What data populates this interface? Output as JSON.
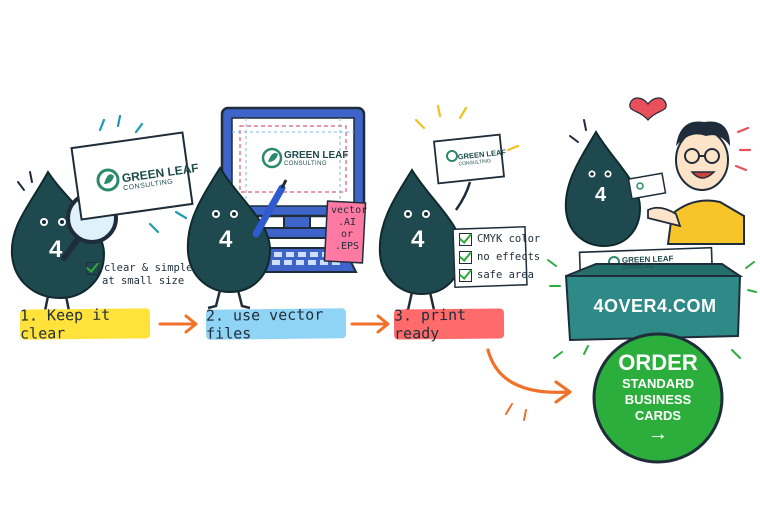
{
  "steps": [
    {
      "label": "1. Keep it clear",
      "color": "#ffe23a"
    },
    {
      "label": "2. use vector files",
      "color": "#8fd4f5"
    },
    {
      "label": "3. print ready",
      "color": "#ff6b6b"
    }
  ],
  "brand_card": {
    "line1": "GREEN LEAF",
    "line2": "CONSULTING"
  },
  "mascot_number": "4",
  "step1_note": [
    "clear & simple",
    "at small size"
  ],
  "vector_note": [
    "vector",
    ".AI",
    "or",
    ".EPS"
  ],
  "checklist": [
    "CMYK color",
    "no effects",
    "safe area"
  ],
  "box_label": "4OVER4.COM",
  "order_button": {
    "line1": "ORDER",
    "line2": "STANDARD",
    "line3": "BUSINESS",
    "line4": "CARDS",
    "arrow": "→"
  },
  "colors": {
    "mascot": "#1e4a4f",
    "accent_arrow": "#f0712a",
    "order_green": "#2cae3c",
    "box_teal": "#2e8a86",
    "heart": "#e8505b",
    "shirt": "#f7c52a"
  }
}
